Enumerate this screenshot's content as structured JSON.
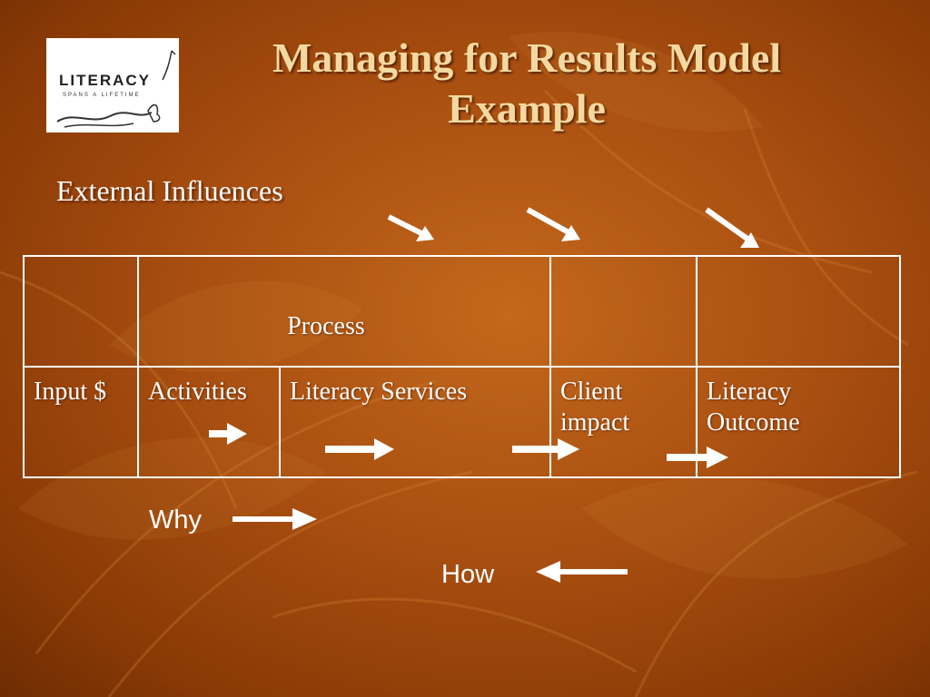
{
  "title": "Managing for Results Model Example",
  "logo": {
    "text": "LITERACY",
    "tagline": "SPANS A LIFETIME"
  },
  "external_label": "External Influences",
  "table": {
    "process_label": "Process",
    "cells": [
      "Input $",
      "Activities",
      "Literacy Services",
      "Client impact",
      "Literacy Outcome"
    ]
  },
  "why_label": "Why",
  "how_label": "How",
  "colors": {
    "title": "#f3d9a0",
    "text": "#ffffff",
    "background": "#a84e10"
  }
}
